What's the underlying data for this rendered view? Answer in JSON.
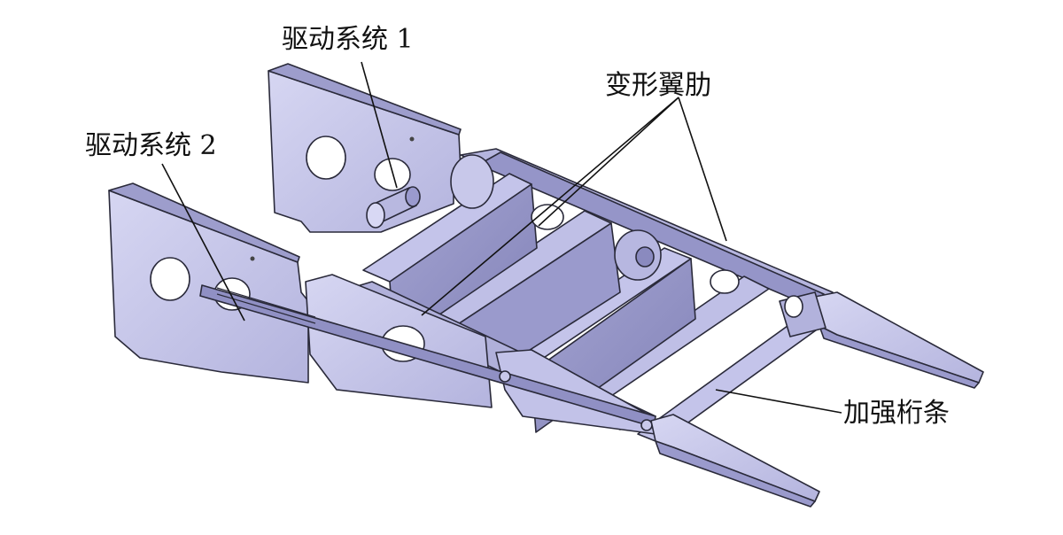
{
  "labels": {
    "drive_system_1": "驱动系统 1",
    "drive_system_2": "驱动系统 2",
    "morphing_rib": "变形翼肋",
    "reinforcing_stringer": "加强桁条"
  },
  "colors": {
    "plate": "#c8c8ea",
    "plate_shade": "#a9a9d4",
    "plate_dark": "#8d8dc0",
    "plate_light": "#dcdcf4",
    "hole": "#ffffff",
    "outline": "#2a2a3a",
    "leader": "#111111"
  }
}
